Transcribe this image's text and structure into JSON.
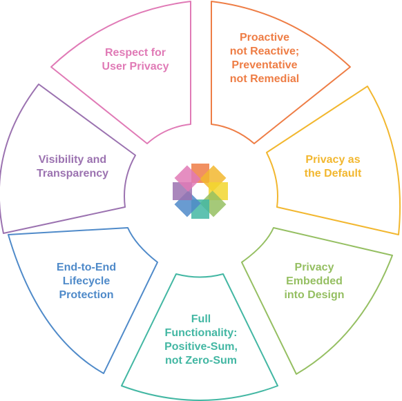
{
  "segments": [
    {
      "id": "respect",
      "lines": [
        "Respect for",
        "User Privacy"
      ],
      "color": "#e07ab6"
    },
    {
      "id": "proactive",
      "lines": [
        "Proactive",
        "not Reactive;",
        "Preventative",
        "not Remedial"
      ],
      "color": "#ee7d45"
    },
    {
      "id": "default",
      "lines": [
        "Privacy as",
        "the Default"
      ],
      "color": "#f2b72f"
    },
    {
      "id": "embedded",
      "lines": [
        "Privacy",
        "Embedded",
        "into Design"
      ],
      "color": "#95bf62"
    },
    {
      "id": "full-functionality",
      "lines": [
        "Full",
        "Functionality:",
        "Positive-Sum,",
        "not Zero-Sum"
      ],
      "color": "#43b7a3"
    },
    {
      "id": "lifecycle",
      "lines": [
        "End-to-End",
        "Lifecycle",
        "Protection"
      ],
      "color": "#4f8ac9"
    },
    {
      "id": "visibility",
      "lines": [
        "Visibility and",
        "Transparency"
      ],
      "color": "#9b72b0"
    }
  ],
  "center_icon": {
    "name": "pinwheel-logo",
    "petal_colors": [
      "#ee7d45",
      "#f2b72f",
      "#f2d62f",
      "#95bf62",
      "#43b7a3",
      "#4f8ac9",
      "#9b72b0",
      "#e07ab6"
    ]
  }
}
